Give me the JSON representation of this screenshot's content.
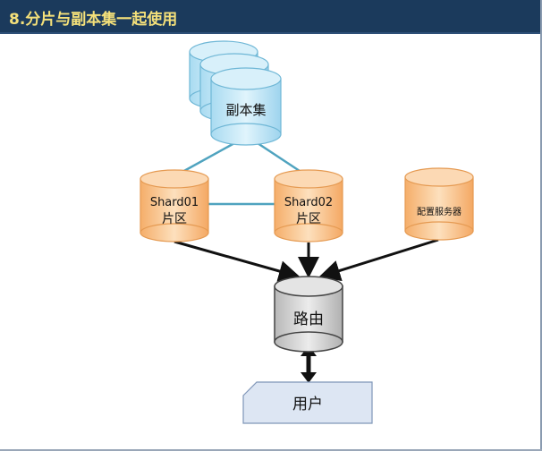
{
  "header": {
    "title": "8.分片与副本集一起使用"
  },
  "nodes": {
    "replica_set": "副本集",
    "shard1_name": "Shard01",
    "shard1_sub": "片区",
    "shard2_name": "Shard02",
    "shard2_sub": "片区",
    "config_server": "配置服务器",
    "router": "路由",
    "user": "用户"
  },
  "colors": {
    "title_bg": "#1b3a5c",
    "title_text": "#f4e07a",
    "replica_fill": "#bfe6f7",
    "shard_fill": "#f9c48c",
    "router_fill": "#cfcfcf",
    "user_fill": "#dde6f3",
    "link_line": "#4fa3bf"
  }
}
